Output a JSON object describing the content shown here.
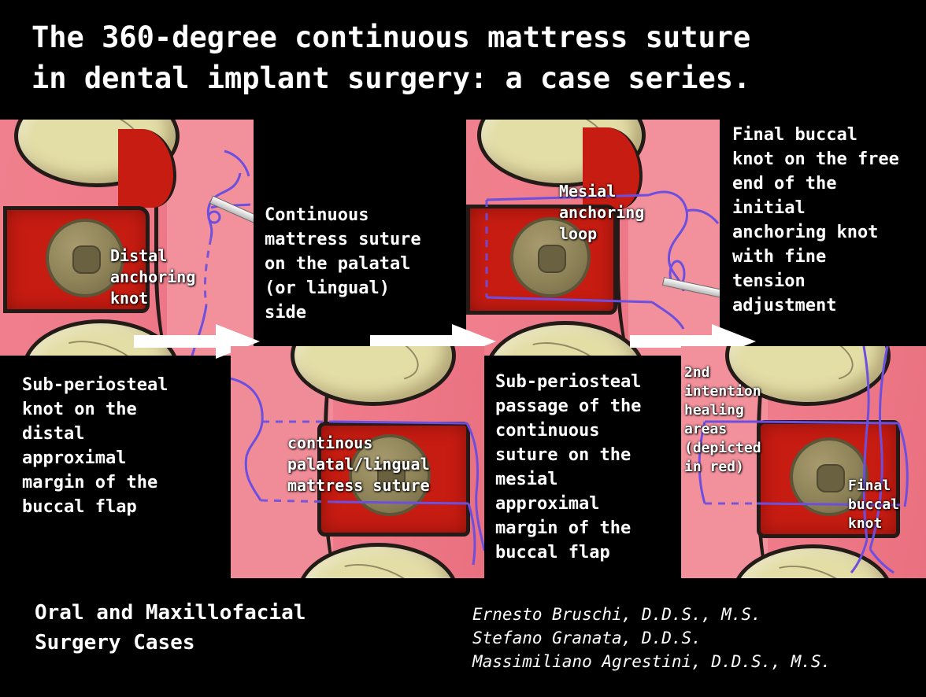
{
  "title": {
    "line1": "The 360-degree continuous mattress suture",
    "line2": "in dental implant surgery: a case series."
  },
  "panels": [
    {
      "id": "panel-1-distal-anchoring",
      "overlay_label": "Distal\nanchoring\nknot"
    },
    {
      "id": "panel-2-palatal-mattress",
      "overlay_label": "continous\npalatal/lingual\nmattress suture"
    },
    {
      "id": "panel-3-mesial-loop",
      "overlay_label": "Mesial\nanchoring\nloop"
    },
    {
      "id": "panel-4-final",
      "overlay_label_healing": "2nd\nintention\nhealing\nareas\n(depicted\nin red)",
      "overlay_label_knot": "Final\nbuccal\nknot"
    }
  ],
  "captions": {
    "continuous_palatal": "Continuous\nmattress suture\non the palatal\n(or lingual)\nside",
    "final_buccal_knot": "Final buccal\nknot on the free\nend of the\ninitial\nanchoring knot\nwith fine\ntension\nadjustment",
    "subperiosteal_distal": "Sub-periosteal\nknot on the\ndistal\napproximal\nmargin of the\nbuccal flap",
    "subperiosteal_mesial": "Sub-periosteal\npassage of the\ncontinuous\nsuture on the\nmesial\napproximal\nmargin of the\nbuccal flap"
  },
  "footer": {
    "journal": "Oral and Maxillofacial\nSurgery Cases",
    "authors": "Ernesto Bruschi, D.D.S., M.S.\nStefano Granata, D.D.S.\nMassimiliano Agrestini, D.D.S., M.S."
  },
  "colors": {
    "background": "#000000",
    "text": "#ffffff",
    "gingiva_pink": "#ef7b8a",
    "flap_red": "#c71c12",
    "tooth_ivory": "#e3dda6",
    "implant_olive": "#8e8258",
    "suture_violet": "#6d4fe0",
    "arrow_white": "#ffffff"
  },
  "icons": {
    "arrow": "arrow-right-icon",
    "needle": "suture-needle-icon"
  }
}
